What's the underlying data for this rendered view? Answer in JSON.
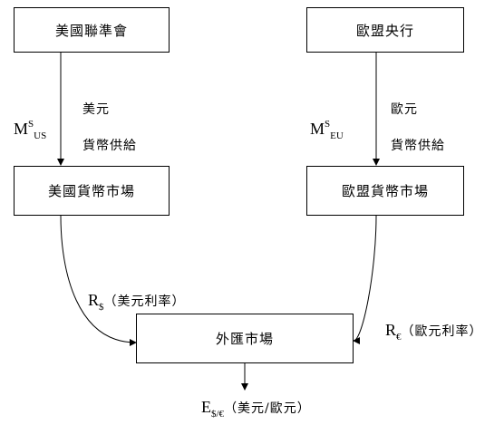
{
  "nodes": {
    "fed": "美國聯準會",
    "ecb": "歐盟央行",
    "us_money_market": "美國貨幣市場",
    "eu_money_market": "歐盟貨幣市場",
    "fx_market": "外匯市場"
  },
  "edges": {
    "us_supply": {
      "symbol": "M",
      "sup": "S",
      "sub": "US",
      "line1": "美元",
      "line2": "貨幣供給"
    },
    "eu_supply": {
      "symbol": "M",
      "sup": "S",
      "sub": "EU",
      "line1": "歐元",
      "line2": "貨幣供給"
    },
    "us_rate": {
      "symbol": "R",
      "sub": "$",
      "desc": "（美元利率）"
    },
    "eu_rate": {
      "symbol": "R",
      "sub": "€",
      "desc": "（歐元利率）"
    },
    "exchange_rate": {
      "symbol": "E",
      "sub": "$/€",
      "desc": "（美元/歐元）"
    }
  }
}
